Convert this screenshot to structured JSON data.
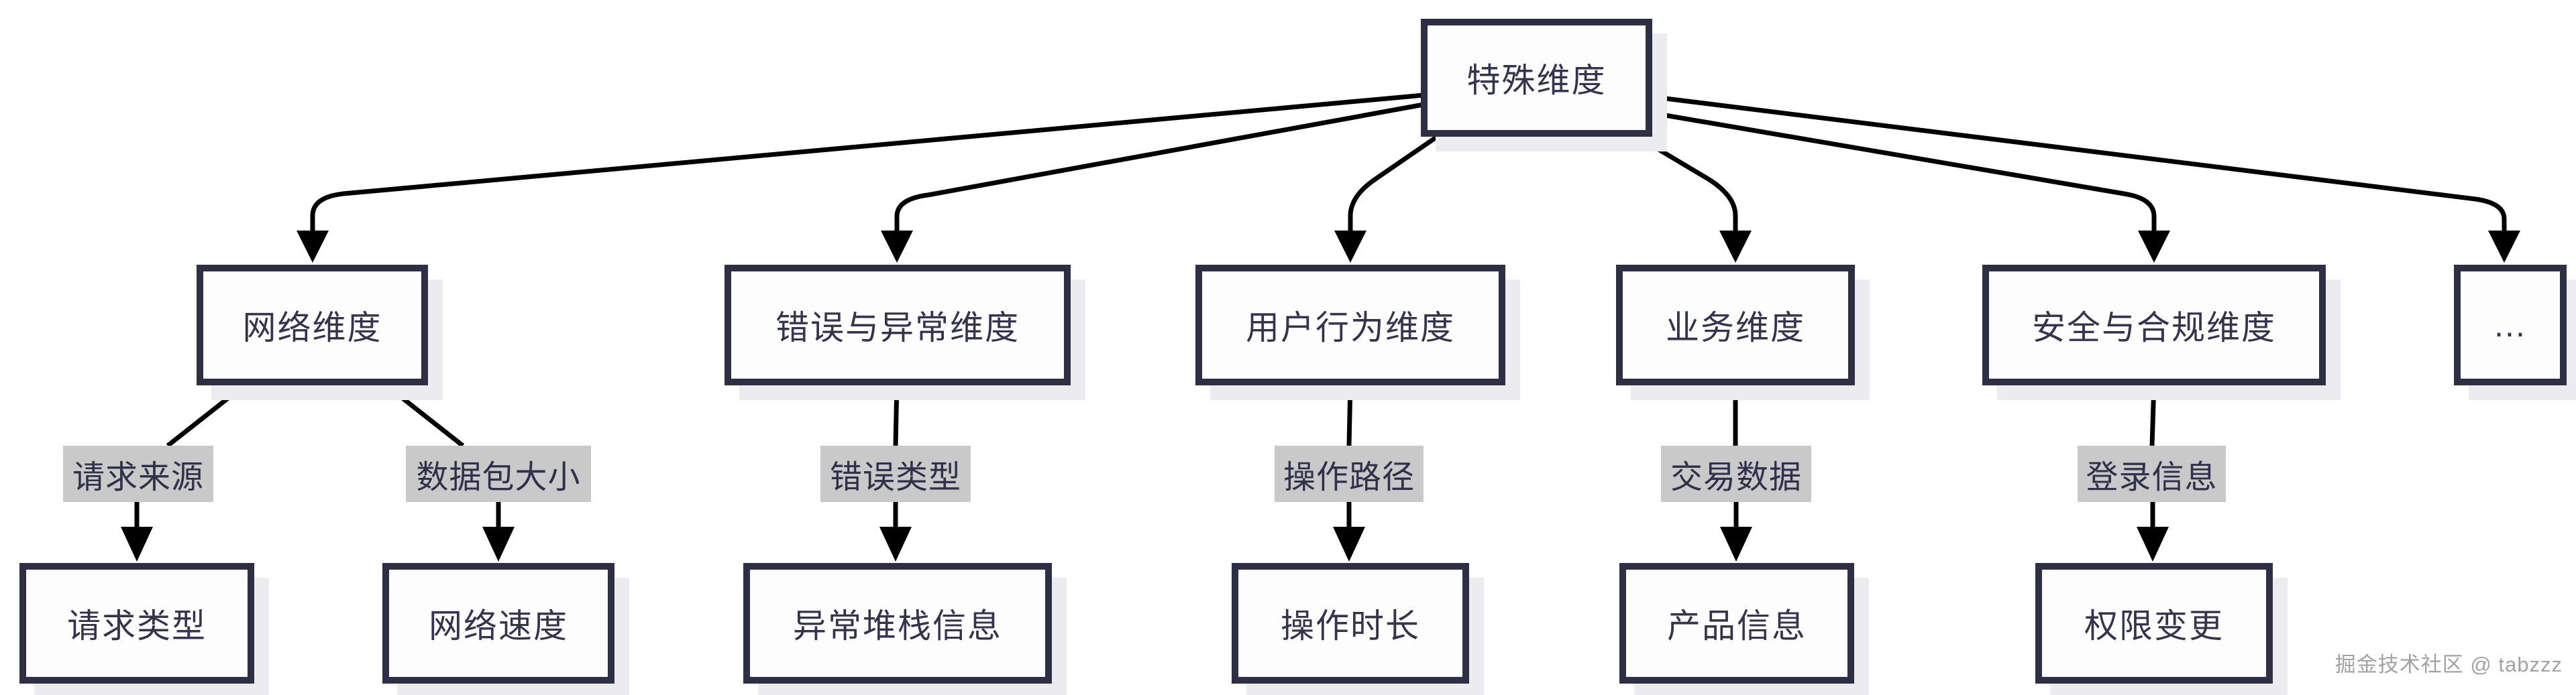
{
  "diagram": {
    "root": {
      "label": "特殊维度"
    },
    "branches": [
      {
        "label": "网络维度",
        "children": [
          {
            "tag": "请求来源",
            "leaf": "请求类型"
          },
          {
            "tag": "数据包大小",
            "leaf": "网络速度"
          }
        ]
      },
      {
        "label": "错误与异常维度",
        "children": [
          {
            "tag": "错误类型",
            "leaf": "异常堆栈信息"
          }
        ]
      },
      {
        "label": "用户行为维度",
        "children": [
          {
            "tag": "操作路径",
            "leaf": "操作时长"
          }
        ]
      },
      {
        "label": "业务维度",
        "children": [
          {
            "tag": "交易数据",
            "leaf": "产品信息"
          }
        ]
      },
      {
        "label": "安全与合规维度",
        "children": [
          {
            "tag": "登录信息",
            "leaf": "权限变更"
          }
        ]
      },
      {
        "label": "...",
        "children": []
      }
    ],
    "watermark": "掘金技术社区 @ tabzzz",
    "colors": {
      "node_border": "#2e2e45",
      "node_fill": "#fdfdfe",
      "node_text": "#34344e",
      "tag_background": "#c9c9c9",
      "edge": "#000000",
      "shadow": "#ececf0",
      "watermark_text": "#a2a2a2"
    }
  }
}
